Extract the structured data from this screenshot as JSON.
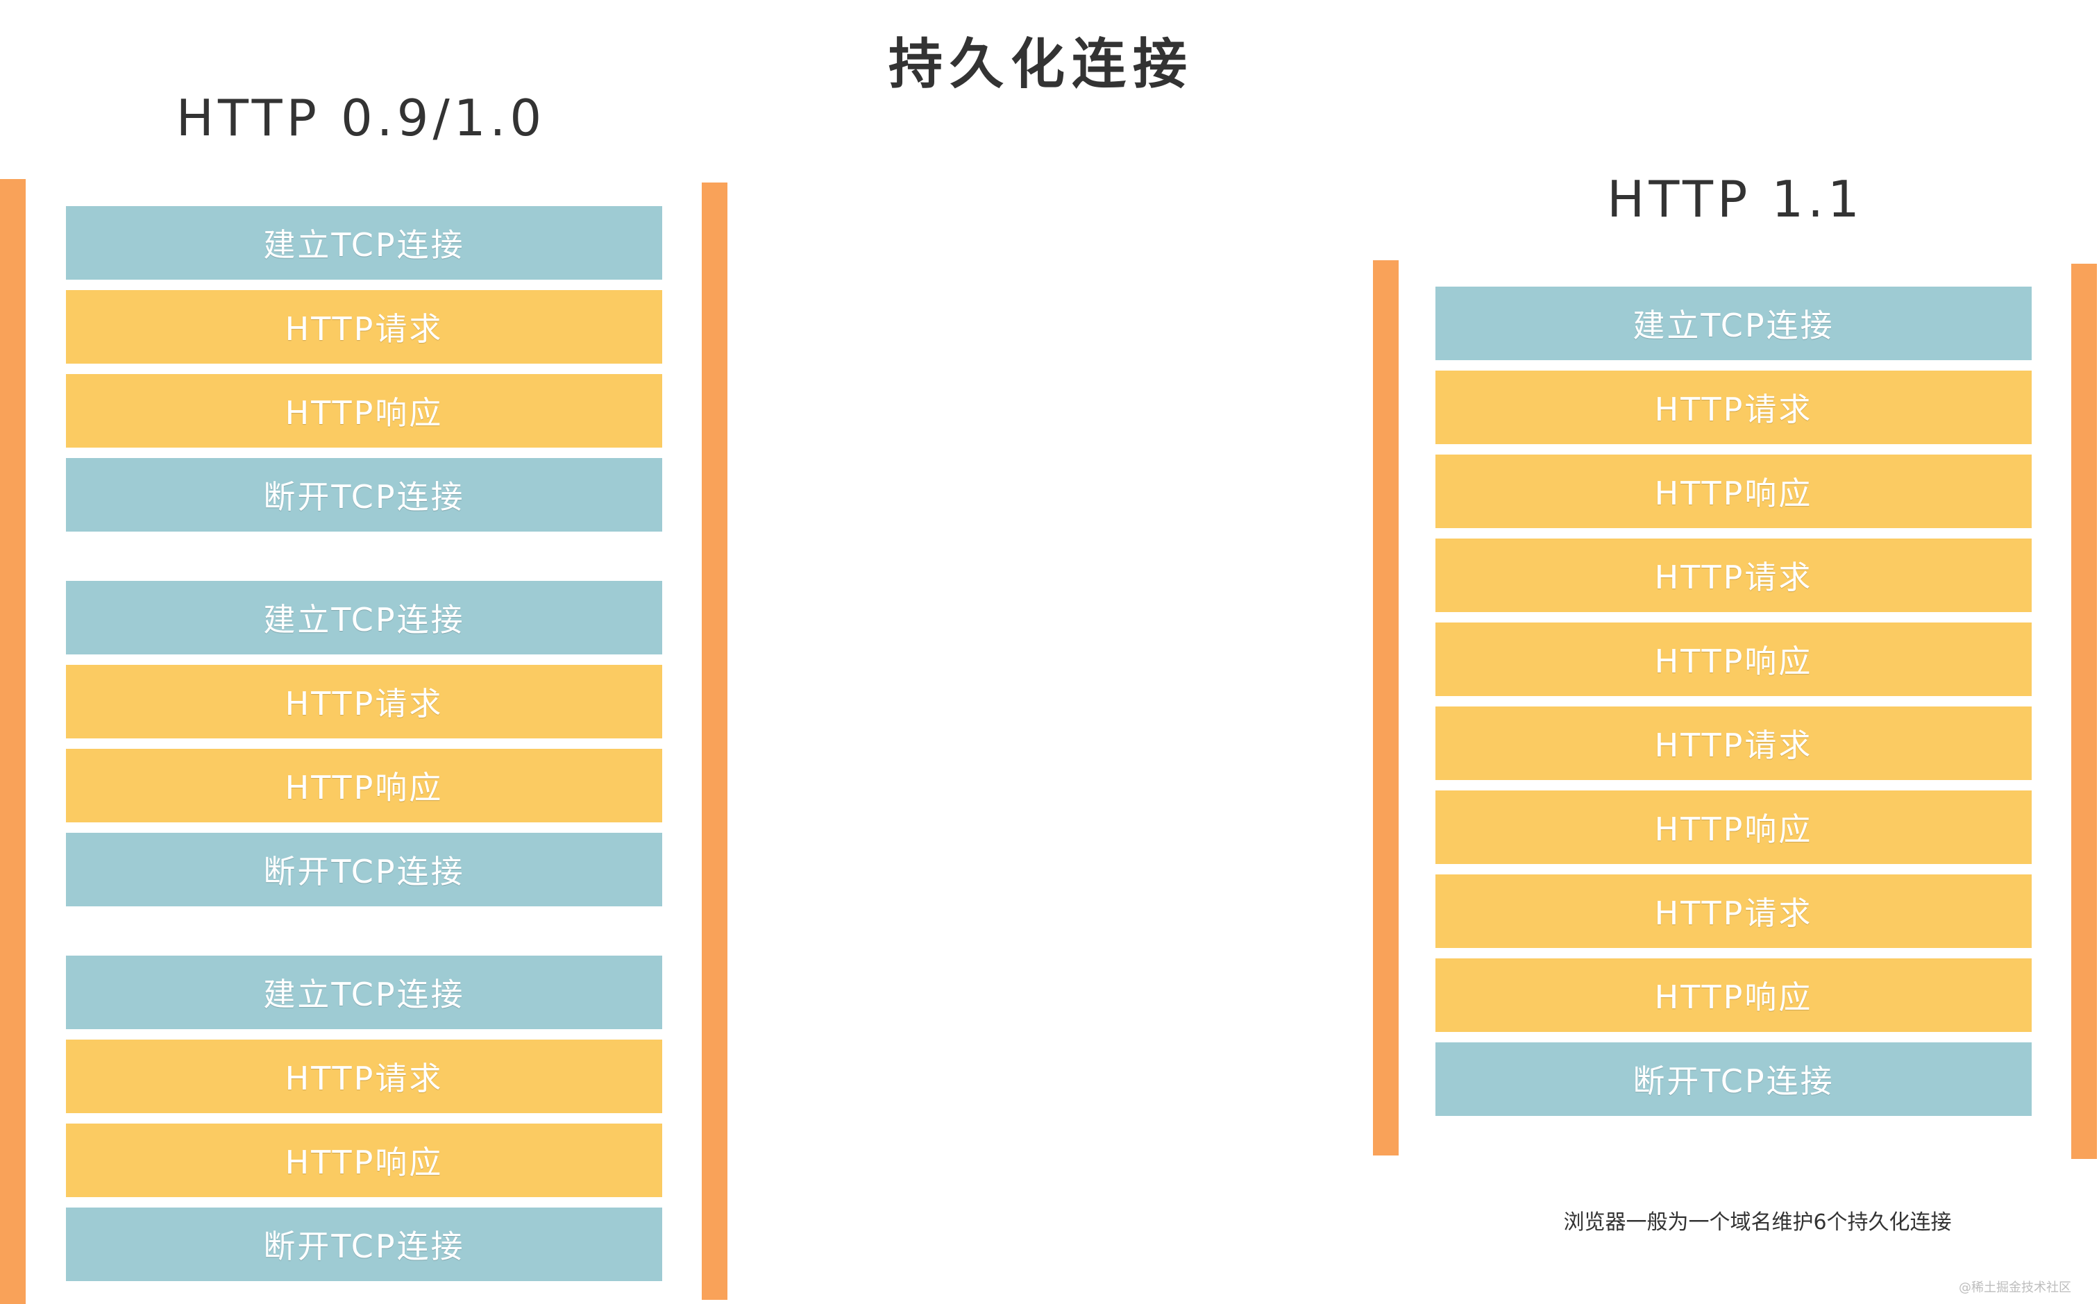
{
  "title": "持久化连接",
  "left": {
    "title": "HTTP 0.9/1.0",
    "groups": [
      {
        "items": [
          {
            "label": "建立TCP连接",
            "kind": "tcp"
          },
          {
            "label": "HTTP请求",
            "kind": "http"
          },
          {
            "label": "HTTP响应",
            "kind": "http"
          },
          {
            "label": "断开TCP连接",
            "kind": "tcp"
          }
        ]
      },
      {
        "items": [
          {
            "label": "建立TCP连接",
            "kind": "tcp"
          },
          {
            "label": "HTTP请求",
            "kind": "http"
          },
          {
            "label": "HTTP响应",
            "kind": "http"
          },
          {
            "label": "断开TCP连接",
            "kind": "tcp"
          }
        ]
      },
      {
        "items": [
          {
            "label": "建立TCP连接",
            "kind": "tcp"
          },
          {
            "label": "HTTP请求",
            "kind": "http"
          },
          {
            "label": "HTTP响应",
            "kind": "http"
          },
          {
            "label": "断开TCP连接",
            "kind": "tcp"
          }
        ]
      }
    ]
  },
  "right": {
    "title": "HTTP 1.1",
    "items": [
      {
        "label": "建立TCP连接",
        "kind": "tcp"
      },
      {
        "label": "HTTP请求",
        "kind": "http"
      },
      {
        "label": "HTTP响应",
        "kind": "http"
      },
      {
        "label": "HTTP请求",
        "kind": "http"
      },
      {
        "label": "HTTP响应",
        "kind": "http"
      },
      {
        "label": "HTTP请求",
        "kind": "http"
      },
      {
        "label": "HTTP响应",
        "kind": "http"
      },
      {
        "label": "HTTP请求",
        "kind": "http"
      },
      {
        "label": "HTTP响应",
        "kind": "http"
      },
      {
        "label": "断开TCP连接",
        "kind": "tcp"
      }
    ],
    "note": "浏览器一般为一个域名维护6个持久化连接"
  },
  "watermark": "@稀土掘金技术社区",
  "colors": {
    "tcp": "#9ecbd3",
    "http": "#fbcb62",
    "rail": "#f9a259"
  }
}
